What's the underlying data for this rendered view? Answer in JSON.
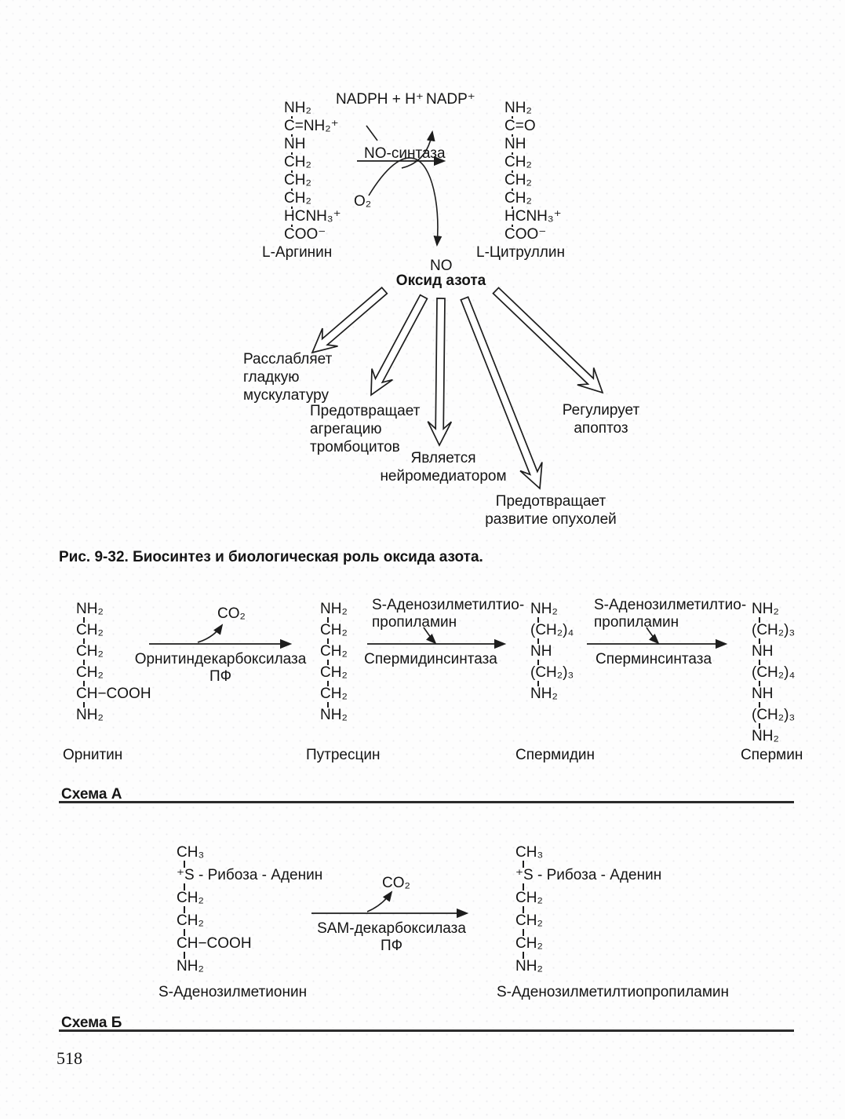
{
  "figure": {
    "caption": "Рис. 9-32. Биосинтез и биологическая роль оксида азота.",
    "page_number": "518"
  },
  "no_synthesis": {
    "cofactor_left": "NADPH + H⁺",
    "cofactor_right": "NADP⁺",
    "enzyme": "NO-синтаза",
    "oxygen": "O₂",
    "product": "NO",
    "product_name": "Оксид азота",
    "substrate": {
      "label": "L-Аргинин",
      "lines": [
        "NH₂",
        "C=NH₂⁺",
        "NH",
        "CH₂",
        "CH₂",
        "CH₂",
        "HCNH₃⁺",
        "COO⁻"
      ]
    },
    "product_structure": {
      "label": "L-Цитруллин",
      "lines": [
        "NH₂",
        "C=O",
        "NH",
        "CH₂",
        "CH₂",
        "CH₂",
        "HCNH₃⁺",
        "COO⁻"
      ]
    },
    "roles": [
      {
        "text": [
          "Расслабляет",
          "гладкую",
          "мускулатуру"
        ]
      },
      {
        "text": [
          "Предотвращает",
          "агрегацию",
          "тромбоцитов"
        ]
      },
      {
        "text": [
          "Является",
          "нейромедиатором"
        ]
      },
      {
        "text": [
          "Предотвращает",
          "развитие опухолей"
        ]
      },
      {
        "text": [
          "Регулирует",
          "апоптоз"
        ]
      }
    ]
  },
  "scheme_a": {
    "label": "Схема А",
    "molecules": [
      {
        "name": "Орнитин",
        "lines": [
          "NH₂",
          "CH₂",
          "CH₂",
          "CH₂",
          "CH−COOH",
          "NH₂"
        ]
      },
      {
        "name": "Путресцин",
        "lines": [
          "NH₂",
          "CH₂",
          "CH₂",
          "CH₂",
          "CH₂",
          "NH₂"
        ]
      },
      {
        "name": "Спермидин",
        "lines": [
          "NH₂",
          "(CH₂)₄",
          "NH",
          "(CH₂)₃",
          "NH₂"
        ]
      },
      {
        "name": "Спермин",
        "lines": [
          "NH₂",
          "(CH₂)₃",
          "NH",
          "(CH₂)₄",
          "NH",
          "(CH₂)₃",
          "NH₂"
        ]
      }
    ],
    "reactions": [
      {
        "byproduct": "CO₂",
        "enzyme": "Орнитиндекарбоксилаза",
        "cofactor": "ПФ"
      },
      {
        "cosubstrate": [
          "S-Аденозилметилтио-",
          "пропиламин"
        ],
        "enzyme": "Спермидинсинтаза"
      },
      {
        "cosubstrate": [
          "S-Аденозилметилтио-",
          "пропиламин"
        ],
        "enzyme": "Сперминсинтаза"
      }
    ]
  },
  "scheme_b": {
    "label": "Схема Б",
    "left": {
      "label": "S-Аденозилметионин",
      "lines": [
        "CH₃",
        "⁺S - Рибоза - Аденин",
        "CH₂",
        "CH₂",
        "CH−COOH",
        "NH₂"
      ]
    },
    "right": {
      "label": "S-Аденозилметилтиопропиламин",
      "lines": [
        "CH₃",
        "⁺S - Рибоза - Аденин",
        "CH₂",
        "CH₂",
        "CH₂",
        "NH₂"
      ]
    },
    "reaction": {
      "byproduct": "CO₂",
      "enzyme": "SAM-декарбоксилаза",
      "cofactor": "ПФ"
    }
  }
}
